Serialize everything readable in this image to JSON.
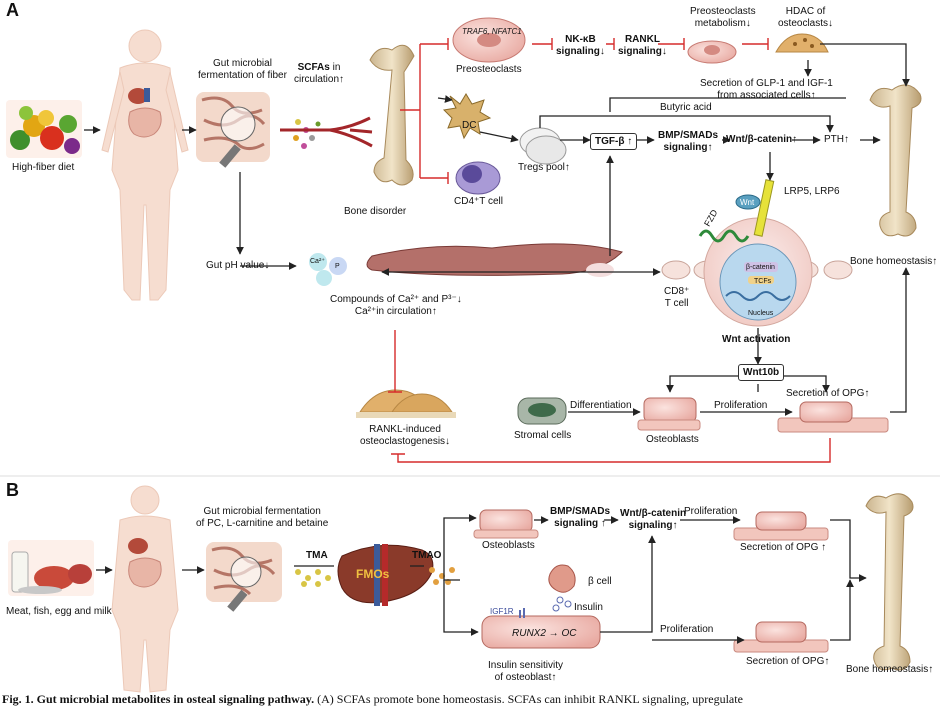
{
  "panels": {
    "a": "A",
    "b": "B"
  },
  "a": {
    "diet": "High-fiber diet",
    "gut_ferment": [
      "Gut microbial",
      "fermentation of fiber"
    ],
    "scfa": [
      "SCFAs",
      " in",
      "circulation↑"
    ],
    "bone_disorder": "Bone disorder",
    "traf": "TRAF6, NFATC1",
    "preosteoclasts": "Preosteoclasts",
    "nfkb": [
      "NK-κB",
      "signaling↓"
    ],
    "rankl": [
      "RANKL",
      "signaling↓"
    ],
    "preo_metab": [
      "Preosteoclasts",
      "metabolism↓"
    ],
    "hdac": [
      "HDAC  of",
      "osteoclasts↓"
    ],
    "glp": [
      "Secretion of GLP-1 and IGF-1",
      "from associated cells↑"
    ],
    "butyric": "Butyric acid",
    "dc": "DC",
    "tregs": "Tregs pool↑",
    "tgf": "TGF-β ↑",
    "bmp": [
      "BMP/SMADs",
      "signaling↑"
    ],
    "wnt_beta": "Wnt/β-catenin↑",
    "pth": "PTH↑",
    "cd4": "CD4⁺T cell",
    "lrp": "LRP5, LRP6",
    "fzd": "FZD",
    "wnt": "Wnt",
    "ph": "Gut pH value↓",
    "ca_ion": "Ca²⁺",
    "p_ion": "P",
    "compounds": [
      "Compounds of Ca²⁺ and P³⁻↓",
      "Ca²⁺in circulation↑"
    ],
    "cd8": [
      "CD8⁺",
      "T cell"
    ],
    "beta_catenin": "β-catenin",
    "tcfs": "TCFs",
    "nucleus": "Nucleus",
    "wnt_activation": "Wnt activation",
    "bone_homeo": "Bone homeostasis↑",
    "wnt10b": "Wnt10b",
    "rankl_osteo": [
      "RANKL-induced",
      "osteoclastogenesis↓"
    ],
    "differentiation": "Differentiation",
    "proliferation": "Proliferation",
    "opg": "Secretion of OPG↑",
    "stromal": "Stromal cells",
    "osteoblasts": "Osteoblasts"
  },
  "b": {
    "food": "Meat, fish, egg and milk",
    "gut_ferment": [
      "Gut microbial fermentation",
      "of PC, L-carnitine and betaine"
    ],
    "tma": "TMA",
    "tmao": "TMAO",
    "fmos": "FMOs",
    "osteoblasts": "Osteoblasts",
    "bmp": [
      "BMP/SMADs",
      "signaling ↑"
    ],
    "wnt_beta": [
      "Wnt/β-catenin",
      "signaling↑"
    ],
    "proliferation1": "Proliferation",
    "opg1": "Secretion of OPG ↑",
    "beta_cell": "β cell",
    "insulin": "Insulin",
    "igf1r": "IGF1R",
    "runx2": "RUNX2 → OC",
    "insulin_sens": [
      "Insulin sensitivity",
      "of osteoblast↑"
    ],
    "proliferation2": "Proliferation",
    "opg2": "Secretion of OPG↑",
    "bone_homeo": "Bone homeostasis↑"
  },
  "caption": {
    "bold": "Fig. 1. Gut microbial metabolites in osteal signaling pathway.",
    "rest": " (A) SCFAs promote bone homeostasis. SCFAs can inhibit RANKL signaling, upregulate"
  },
  "colors": {
    "inhibit": "#d62b2b",
    "arrow": "#222222",
    "bone": "#d9c4a0",
    "cell": "#e8a09a"
  }
}
